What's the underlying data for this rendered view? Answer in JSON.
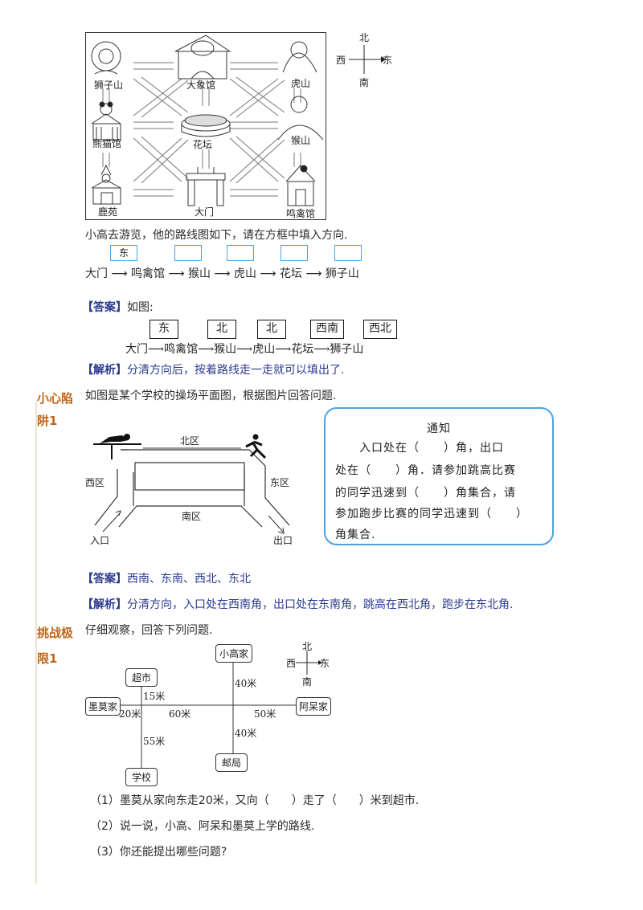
{
  "zoo": {
    "labels": {
      "lion": "狮子山",
      "elephant": "大象馆",
      "tiger": "虎山",
      "panda": "熊猫馆",
      "flower": "花坛",
      "monkey": "猴山",
      "deer": "鹿苑",
      "gate": "大门",
      "bird": "鸣禽馆"
    },
    "compass": {
      "n": "北",
      "s": "南",
      "w": "西",
      "e": "东"
    }
  },
  "q1": {
    "question": "小高去游览，他的路线图如下，请在方框中填入方向.",
    "filled": "东",
    "route": [
      "大门",
      "鸣禽馆",
      "猴山",
      "虎山",
      "花坛",
      "狮子山"
    ],
    "answer_label": "【答案】",
    "answer_text": "如图:",
    "answer_boxes": [
      "东",
      "北",
      "北",
      "西南",
      "西北"
    ],
    "analysis_label": "【解析】",
    "analysis_text": "分清方向后，按着路线走一走就可以填出了."
  },
  "q2": {
    "section_line1": "小心陷",
    "section_line2": "阱1",
    "question": "如图是某个学校的操场平面图，根据图片回答问题.",
    "map": {
      "north": "北区",
      "west": "西区",
      "east": "东区",
      "south": "南区",
      "entrance": "入口",
      "exit": "出口"
    },
    "notice": {
      "title": "通知",
      "lines": [
        "入口处在（　　）角，出口",
        "处在（　　）角．请参加跳高比赛",
        "的同学迅速到（　　）角集合，请",
        "参加跑步比赛的同学迅速到（　　）",
        "角集合."
      ]
    },
    "answer_label": "【答案】",
    "answer_text": "西南、东南、西北、东北",
    "analysis_label": "【解析】",
    "analysis_text": "分清方向，入口处在西南角，出口处在东南角，跳高在西北角，跑步在东北角."
  },
  "q3": {
    "section_line1": "挑战极",
    "section_line2": "限1",
    "question": "仔细观察，回答下列问题.",
    "nodes": {
      "home_xg": "小高家",
      "market": "超市",
      "moma": "墨莫家",
      "adai": "阿呆家",
      "post": "邮局",
      "school": "学校"
    },
    "dist": {
      "d15": "15米",
      "d40a": "40米",
      "d20": "20米",
      "d60": "60米",
      "d50": "50米",
      "d40b": "40米",
      "d55": "55米"
    },
    "compass": {
      "n": "北",
      "s": "南",
      "w": "西",
      "e": "东"
    },
    "sub": [
      "（1）墨莫从家向东走20米，又向（　　）走了（　　）米到超市.",
      "（2）说一说，小高、阿呆和墨莫上学的路线.",
      "（3）你还能提出哪些问题?"
    ]
  }
}
